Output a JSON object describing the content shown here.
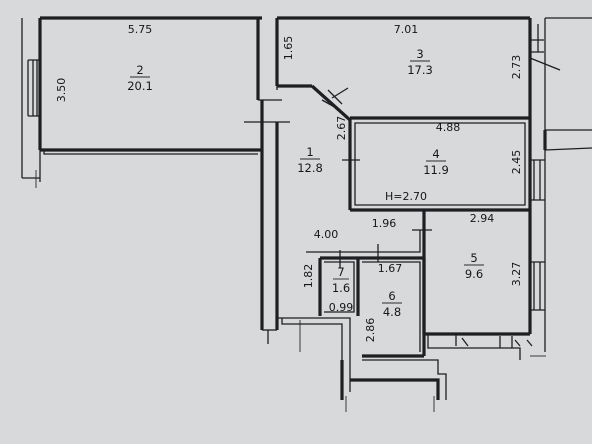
{
  "rooms": [
    {
      "id": "room-2",
      "number": "2",
      "area": "20.1"
    },
    {
      "id": "room-3",
      "number": "3",
      "area": "17.3"
    },
    {
      "id": "room-1",
      "number": "1",
      "area": "12.8"
    },
    {
      "id": "room-4",
      "number": "4",
      "area": "11.9"
    },
    {
      "id": "room-5",
      "number": "5",
      "area": "9.6"
    },
    {
      "id": "room-7",
      "number": "7",
      "area": "1.6"
    },
    {
      "id": "room-6",
      "number": "6",
      "area": "4.8"
    }
  ],
  "dimensions": {
    "room2_width": "5.75",
    "room2_height": "3.50",
    "room3_width": "7.01",
    "room3_left": "1.65",
    "room3_right": "2.73",
    "diag_wall": "2.67",
    "room4_width": "4.88",
    "room4_height": "2.45",
    "ceiling_height": "H=2.70",
    "corr_a": "1.96",
    "room5_width": "2.94",
    "hall_width": "4.00",
    "room7_height": "1.82",
    "room6_width": "1.67",
    "room7_width": "0.99",
    "room6_height": "2.86",
    "room5_height": "3.27"
  }
}
